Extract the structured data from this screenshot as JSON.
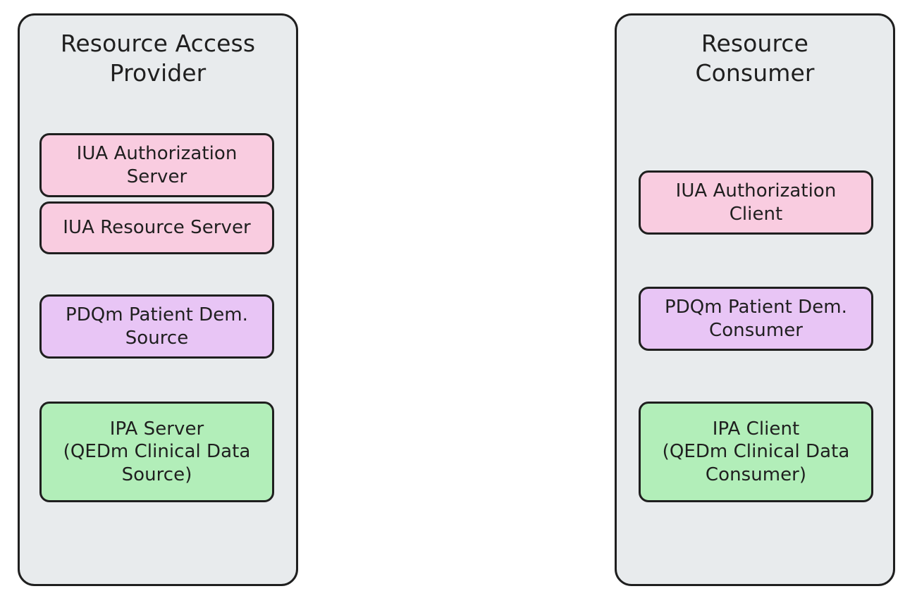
{
  "diagram": {
    "type": "grouped-actor-diagram",
    "background_color": "#ffffff",
    "colors": {
      "group_fill": "#e8ebed",
      "stroke": "#1f1f1f",
      "pink": "#f9cce0",
      "purple": "#e8c5f5",
      "green": "#b2eeb9",
      "text": "#1f1f1f"
    },
    "groups": [
      {
        "id": "resource-access-provider",
        "title": "Resource Access\nProvider",
        "nodes": [
          {
            "id": "iua-authorization-server",
            "label": "IUA Authorization\nServer",
            "color": "pink"
          },
          {
            "id": "iua-resource-server",
            "label": "IUA Resource Server",
            "color": "pink"
          },
          {
            "id": "pdqm-patient-dem-source",
            "label": "PDQm Patient Dem.\nSource",
            "color": "purple"
          },
          {
            "id": "ipa-server",
            "label": "IPA Server\n(QEDm Clinical Data\nSource)",
            "color": "green"
          }
        ]
      },
      {
        "id": "resource-consumer",
        "title": "Resource\nConsumer",
        "nodes": [
          {
            "id": "iua-authorization-client",
            "label": "IUA Authorization\nClient",
            "color": "pink"
          },
          {
            "id": "pdqm-patient-dem-consumer",
            "label": "PDQm Patient Dem.\nConsumer",
            "color": "purple"
          },
          {
            "id": "ipa-client",
            "label": "IPA Client\n(QEDm Clinical Data\nConsumer)",
            "color": "green"
          }
        ]
      }
    ]
  }
}
